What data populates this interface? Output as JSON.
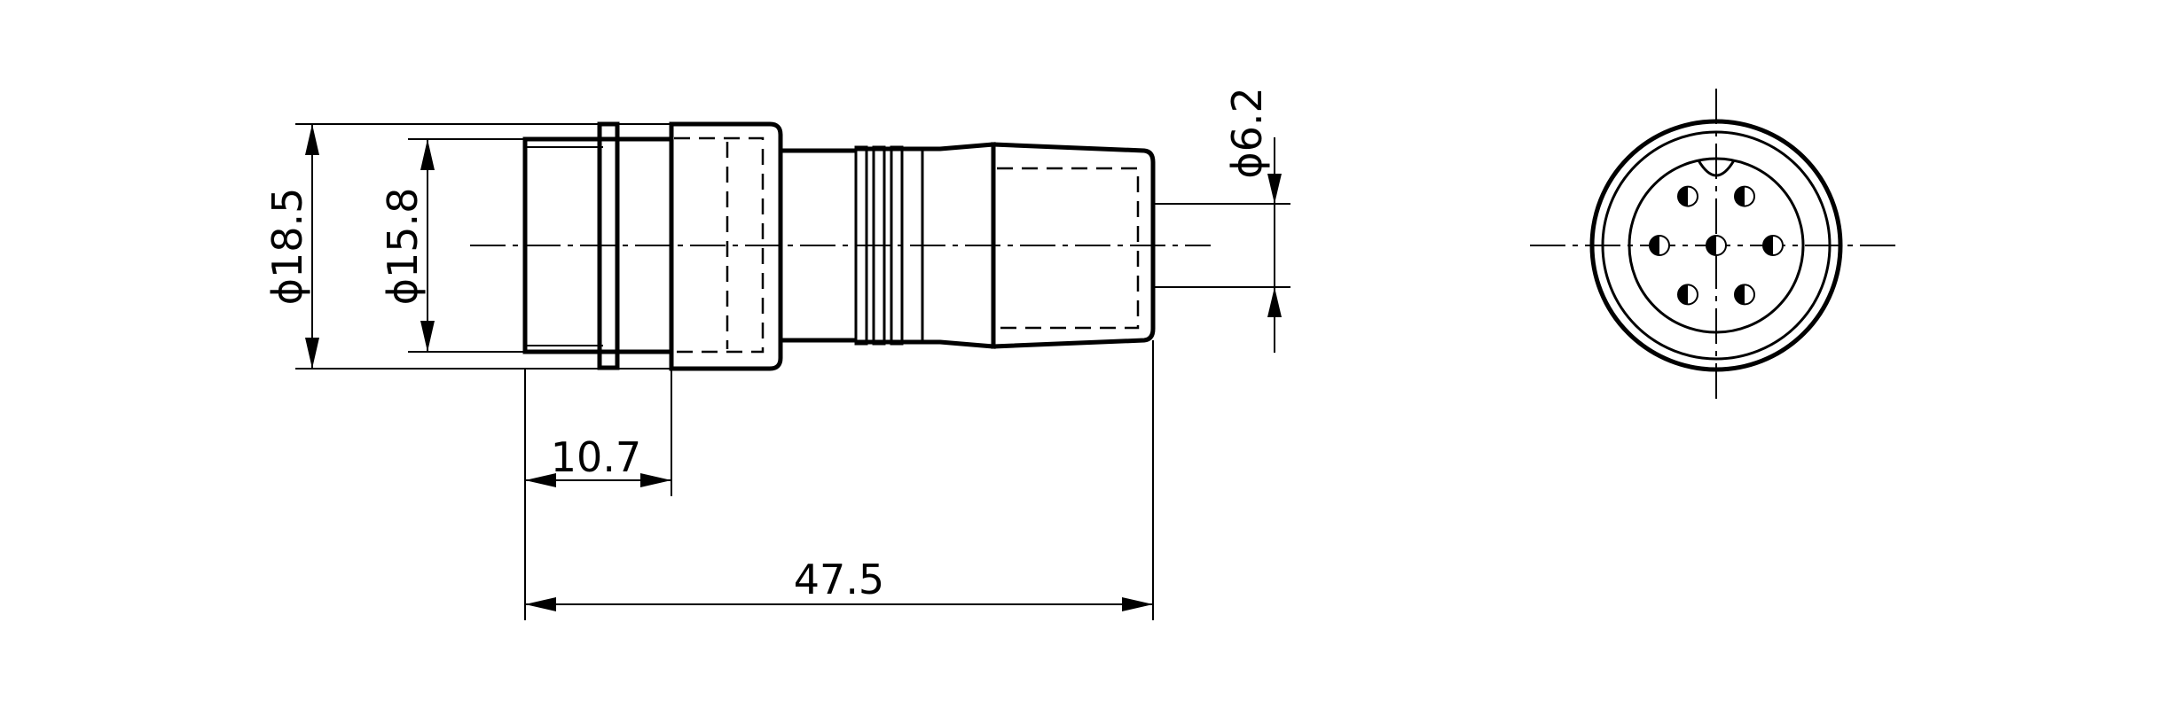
{
  "dimensions": {
    "outer_diameter": "ϕ18.5",
    "inner_diameter": "ϕ15.8",
    "cable_diameter": "ϕ6.2",
    "thread_length": "10.7",
    "overall_length": "47.5"
  },
  "pin_count": 7
}
